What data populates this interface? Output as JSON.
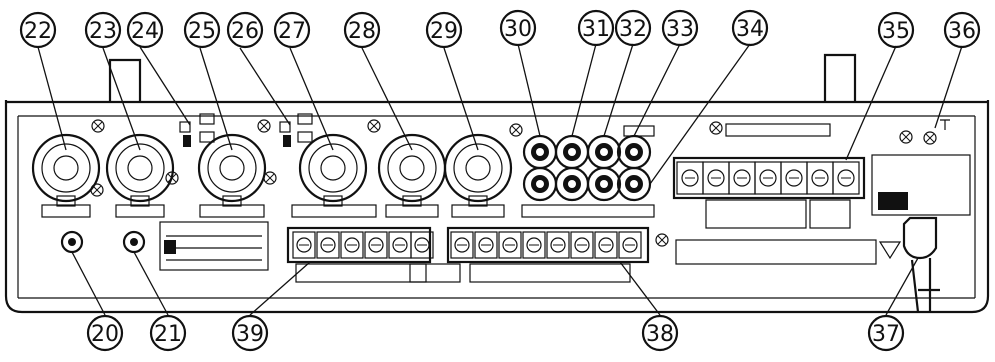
{
  "callouts": {
    "n20": "20",
    "n21": "21",
    "n22": "22",
    "n23": "23",
    "n24": "24",
    "n25": "25",
    "n26": "26",
    "n27": "27",
    "n28": "28",
    "n29": "29",
    "n30": "30",
    "n31": "31",
    "n32": "32",
    "n33": "33",
    "n34": "34",
    "n35": "35",
    "n36": "36",
    "n37": "37",
    "n38": "38",
    "n39": "39"
  }
}
